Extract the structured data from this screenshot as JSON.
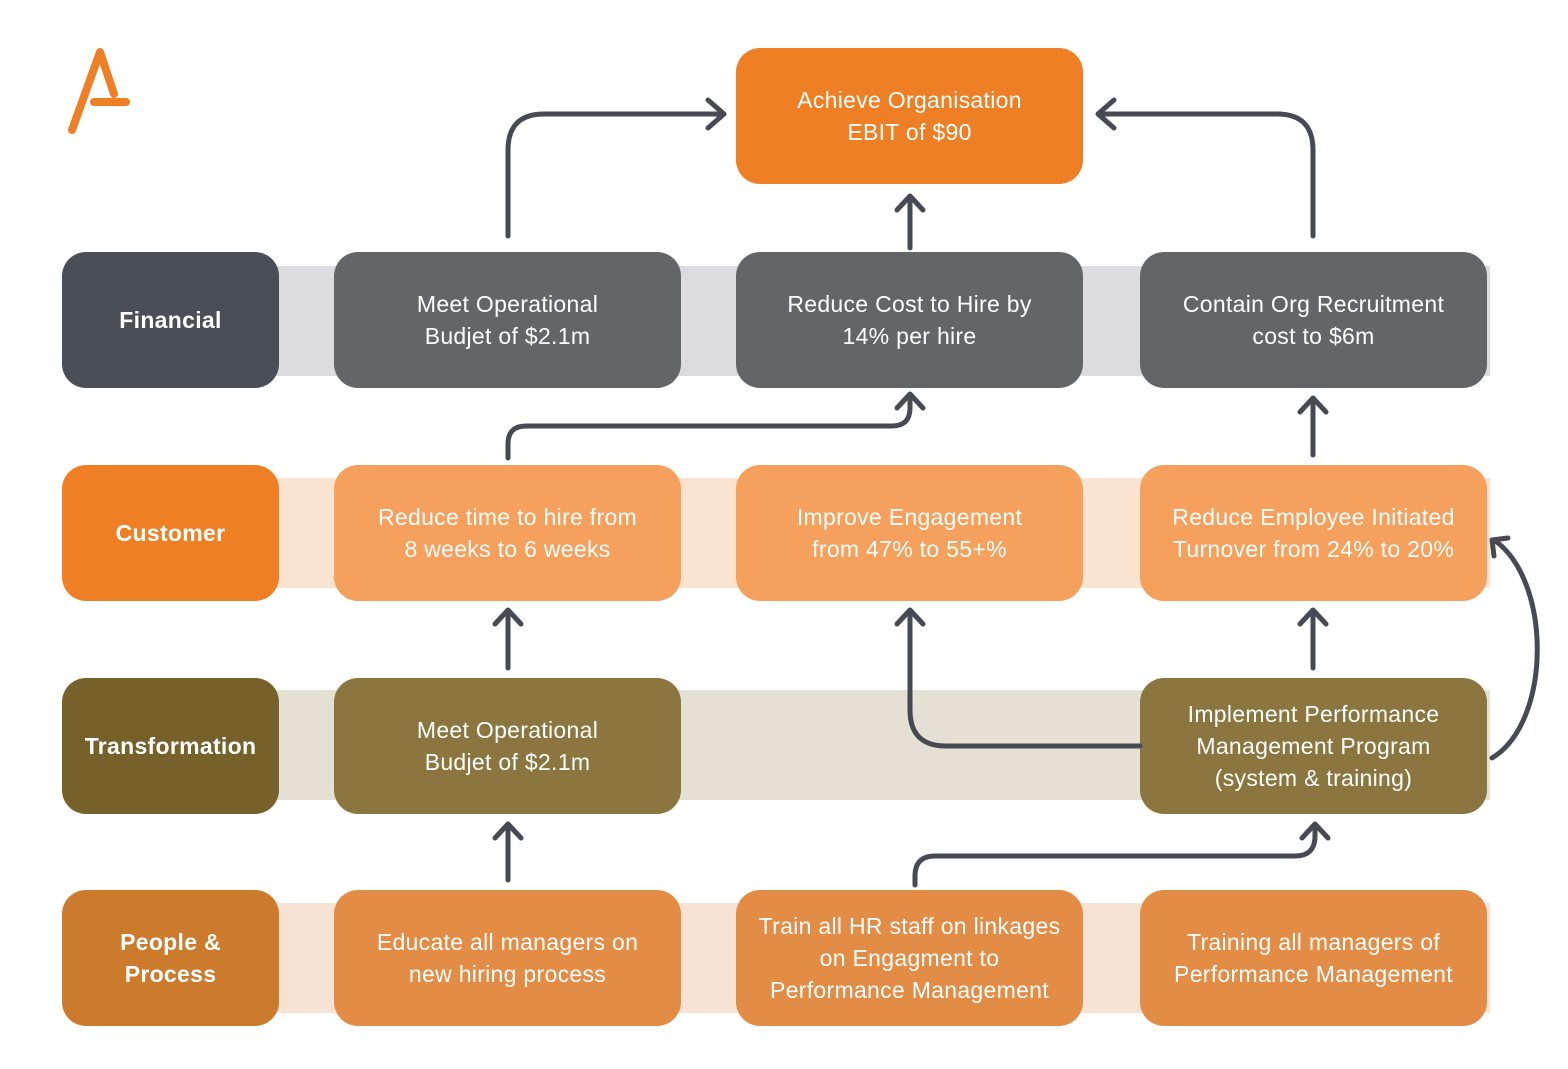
{
  "goal": {
    "text": "Achieve Organisation\nEBIT of $90"
  },
  "rows": {
    "financial": {
      "label": "Financial",
      "boxes": [
        "Meet Operational\nBudjet of $2.1m",
        "Reduce Cost to Hire by\n14% per hire",
        "Contain Org Recruitment\ncost to $6m"
      ]
    },
    "customer": {
      "label": "Customer",
      "boxes": [
        "Reduce time to hire from\n8 weeks to 6 weeks",
        "Improve Engagement\nfrom 47% to 55+%",
        "Reduce Employee Initiated\nTurnover from 24% to 20%"
      ]
    },
    "transformation": {
      "label": "Transformation",
      "boxes": [
        "Meet Operational\nBudjet of $2.1m",
        "Implement Performance\nManagement Program\n(system & training)"
      ]
    },
    "people": {
      "label": "People &\nProcess",
      "boxes": [
        "Educate all managers on\nnew hiring process",
        "Train all HR staff on linkages\non Engagment to\nPerformance Management",
        "Training all managers of\nPerformance Management"
      ]
    }
  }
}
